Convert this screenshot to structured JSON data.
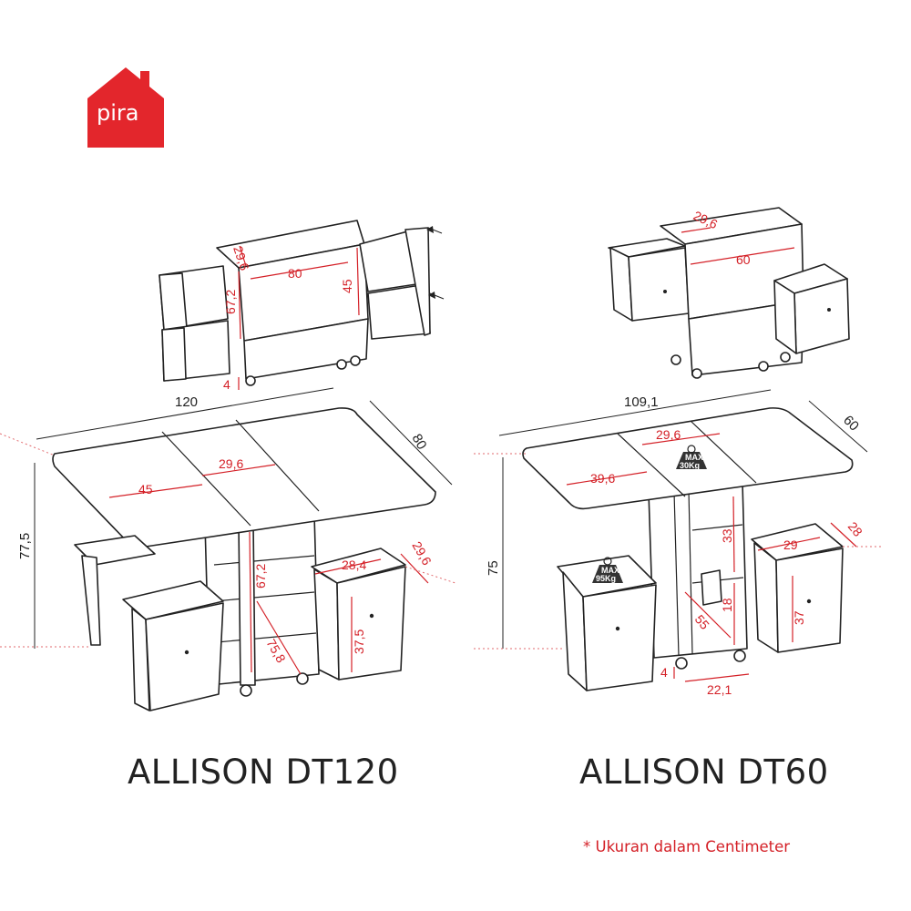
{
  "brand": {
    "name": "pira",
    "color": "#e3262c"
  },
  "products": [
    {
      "title": "ALLISON DT120",
      "dimensions": {
        "width": "120",
        "depth": "80",
        "height": "77,5",
        "leaf": "45",
        "center": "29,6",
        "stool_top_w": "28,4",
        "stool_top_d": "29,6",
        "stool_h": "37,5",
        "shelf_h": "67,2",
        "shelf_diag": "75,8",
        "folded_depth": "29,6",
        "folded_width": "80",
        "folded_height": "45",
        "folded_side": "67,2",
        "wheel": "4"
      }
    },
    {
      "title": "ALLISON DT60",
      "dimensions": {
        "width": "109,1",
        "depth": "60",
        "height": "75",
        "leaf": "39,6",
        "center": "29,6",
        "stool_top_w": "29",
        "stool_top_d": "28",
        "stool_h": "37",
        "shelf_h": "33",
        "shelf_h2": "18",
        "shelf_diag": "55",
        "base": "22,1",
        "wheel": "4",
        "folded_depth": "29,6",
        "folded_width": "60",
        "load_table": {
          "max": "MAX",
          "weight": "30Kg"
        },
        "load_stool": {
          "max": "MAX",
          "weight": "95Kg"
        }
      }
    }
  ],
  "note": "* Ukuran dalam Centimeter",
  "colors": {
    "accent": "#d42027",
    "line": "#222222"
  }
}
